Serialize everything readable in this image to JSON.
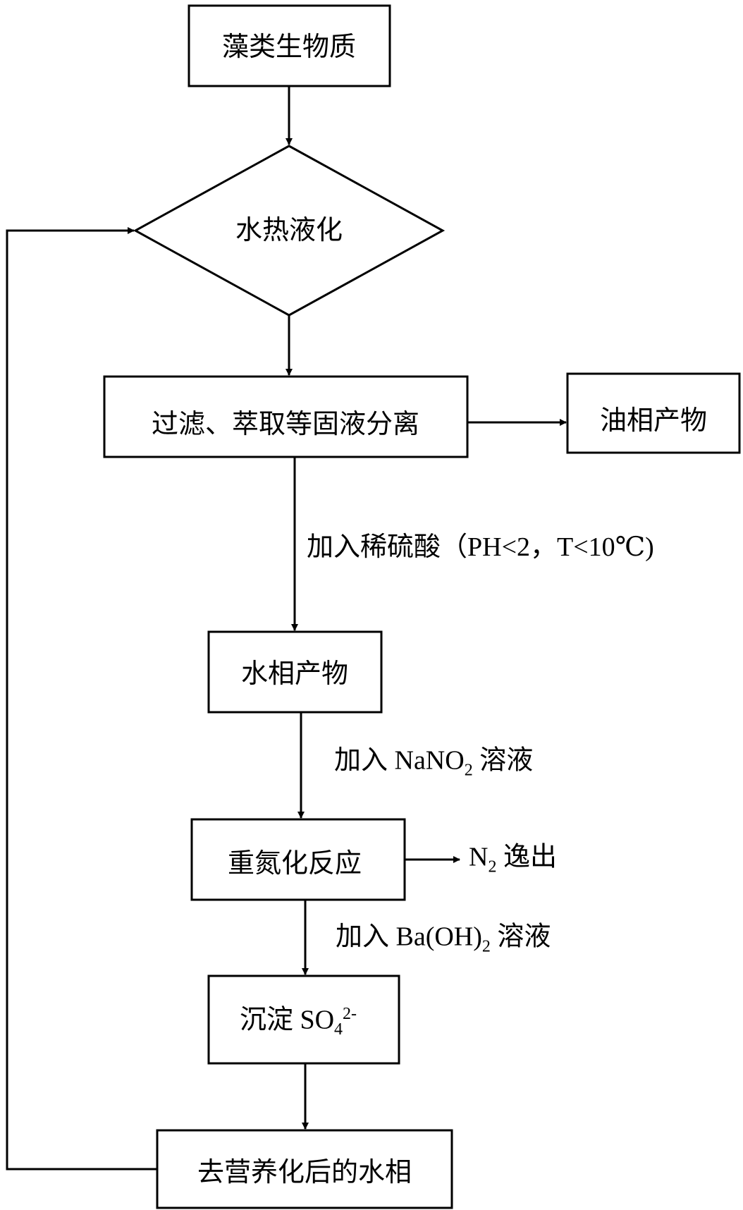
{
  "nodes": {
    "algae_biomass": "藻类生物质",
    "htl": "水热液化",
    "separation": "过滤、萃取等固液分离",
    "oil_product": "油相产物",
    "aqueous_product": "水相产物",
    "diazotization": "重氮化反应",
    "precipitate_prefix": "沉淀 SO",
    "precipitate_sub": "4",
    "precipitate_sup": "2-",
    "denutrified_water": "去营养化后的水相"
  },
  "edge_labels": {
    "add_acid": "加入稀硫酸（PH<2，T<10℃)",
    "nano2_prefix": "加入 NaNO",
    "nano2_sub": "2",
    "nano2_suffix": " 溶液",
    "n2_prefix": "N",
    "n2_sub": "2",
    "n2_suffix": " 逸出",
    "baoh_prefix": "加入 Ba(OH)",
    "baoh_sub": "2",
    "baoh_suffix": " 溶液"
  }
}
